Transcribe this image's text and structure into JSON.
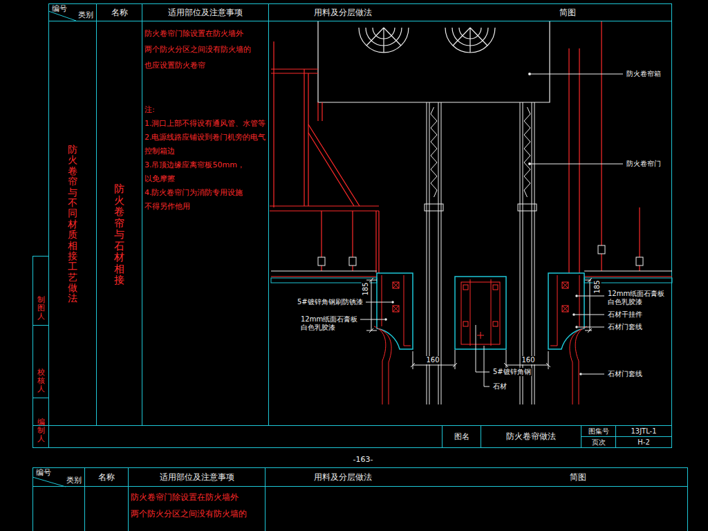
{
  "diagram": {
    "nodes": [
      {
        "text": [
          "编号",
          "类别"
        ]
      },
      {
        "text": [
          "名称"
        ]
      },
      {
        "text": [
          "适用部位及注意事项"
        ]
      },
      {
        "text": [
          "用料及分层做法",
          "简图"
        ]
      },
      {
        "text": [
          "防火卷帘与不同材质相接工艺做法"
        ]
      },
      {
        "text": [
          "防火卷帘与石材相接"
        ]
      },
      {
        "text": [
          "防火卷帘门除设置在防火墙外 两个防火分区之间没有防火墙的 也应设置防火卷帘",
          "注:",
          "1.洞口上部不得设有通风管、水管等",
          "2.电源线路应铺设到卷门机旁的电气 控制箱边",
          "3.吊顶边缘应离帘板50mm，以免摩擦",
          "4.防火卷帘门为消防专用设施 不得另作他用"
        ]
      },
      {
        "text": [
          "制图人"
        ]
      },
      {
        "text": [
          "校核人"
        ]
      },
      {
        "text": [
          "编制人"
        ]
      },
      {
        "text": [
          "图名"
        ]
      },
      {
        "text": [
          "防火卷帘做法"
        ]
      },
      {
        "text": [
          "图集号"
        ]
      },
      {
        "text": [
          "13JTL-1"
        ]
      },
      {
        "text": [
          "页次"
        ]
      },
      {
        "text": [
          "H-2"
        ]
      },
      {
        "text": [
          "编号",
          "类别"
        ]
      },
      {
        "text": [
          "名称"
        ]
      },
      {
        "text": [
          "适用部位及注意事项"
        ]
      },
      {
        "text": [
          "用料及分层做法",
          "简图"
        ]
      },
      {
        "text": [
          "防火卷帘门除设置在防火墙外 两个防火分区之间没有防火墙的"
        ]
      }
    ],
    "labels": [
      "防火卷帘箱",
      "防火卷帘门",
      "5#镀锌角钢刷防锈漆",
      "12mm纸面石膏板 白色乳胶漆",
      "185",
      "160",
      "5#镀锌角钢",
      "石材",
      "160",
      "185",
      "12mm纸面石膏板 白色乳胶漆",
      "石材干挂件",
      "石材门套线",
      "石材门套线",
      "-163-"
    ]
  }
}
